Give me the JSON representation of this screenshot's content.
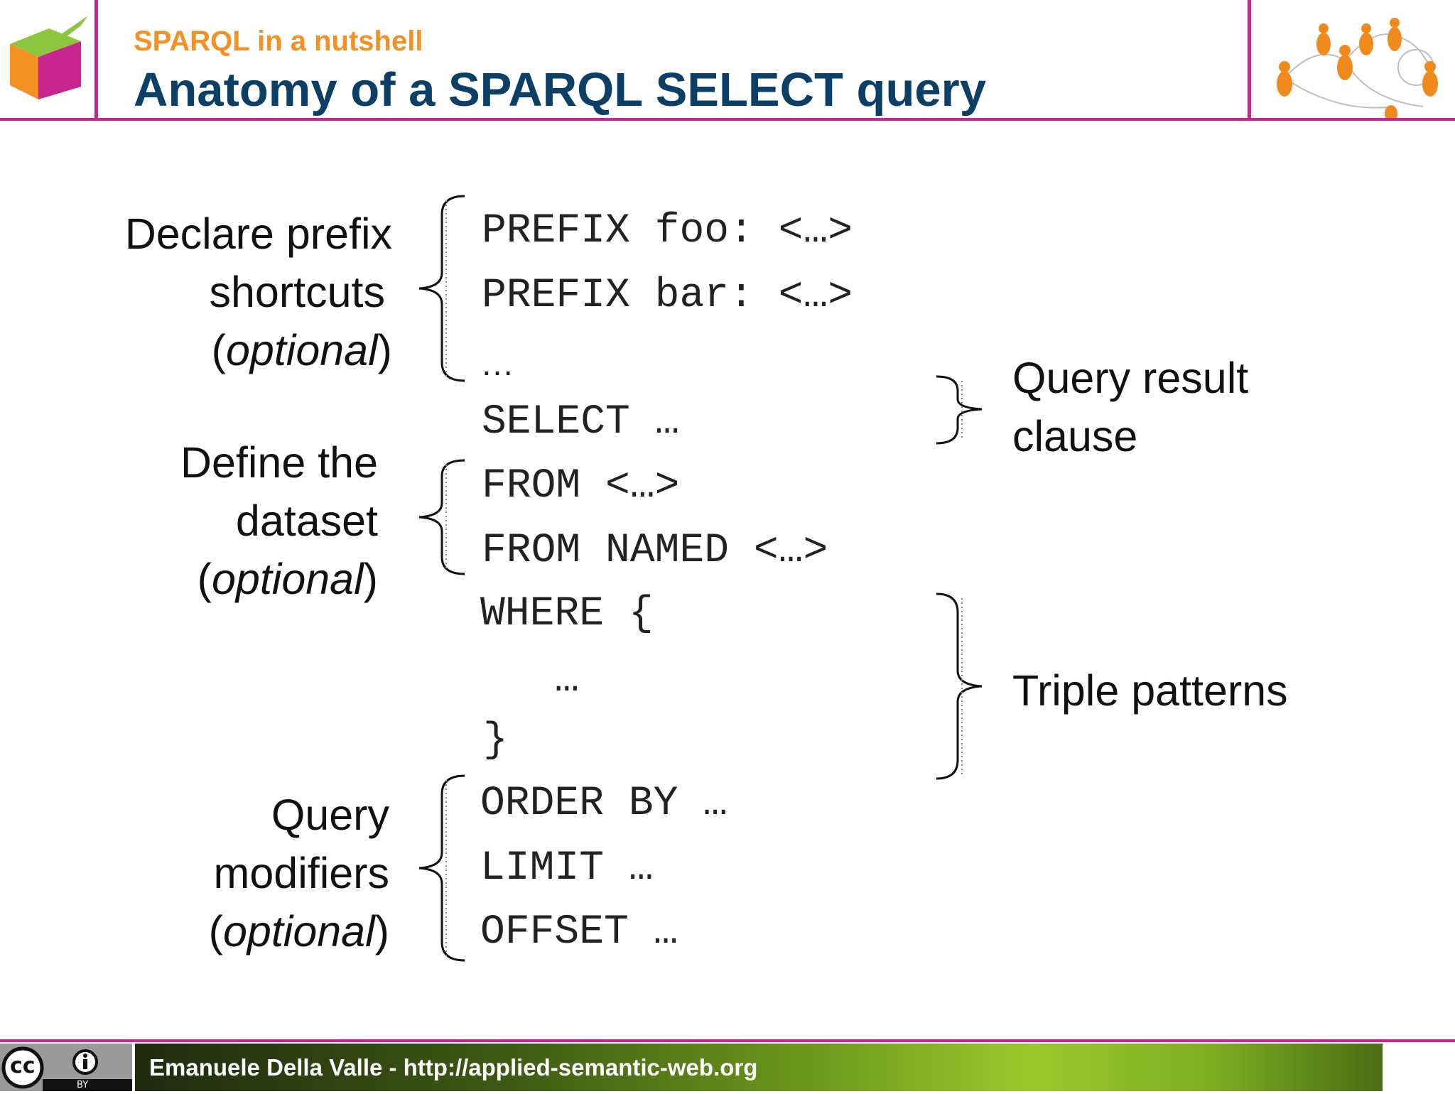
{
  "header": {
    "subtitle": "SPARQL in a nutshell",
    "title": "Anatomy of a SPARQL SELECT query"
  },
  "labels": {
    "prefix": {
      "line1": "Declare prefix",
      "line2": "shortcuts",
      "open": "(",
      "optional": "optional",
      "close": ")"
    },
    "dataset": {
      "line1": "Define the",
      "line2": "dataset",
      "open": "(",
      "optional": "optional",
      "close": ")"
    },
    "modifiers": {
      "line1": "Query",
      "line2": "modifiers",
      "open": "(",
      "optional": "optional",
      "close": ")"
    },
    "result": {
      "line1": "Query result",
      "line2": "clause"
    },
    "triples": {
      "line1": "Triple patterns"
    }
  },
  "code_lines": [
    "PREFIX foo: <…>",
    "PREFIX bar: <…>",
    "…",
    "SELECT …",
    "FROM <…>",
    "FROM NAMED <…>",
    "WHERE {",
    "   …",
    "}",
    "ORDER BY …",
    "LIMIT …",
    "OFFSET …"
  ],
  "footer": {
    "credit": "Emanuele Della Valle - http://applied-semantic-web.org",
    "license_cc": "cc",
    "license_by": "BY"
  },
  "colors": {
    "accent": "#c8268e",
    "subtitle": "#f39222",
    "title": "#0b3f66",
    "footer_green": "#9cc82d"
  }
}
